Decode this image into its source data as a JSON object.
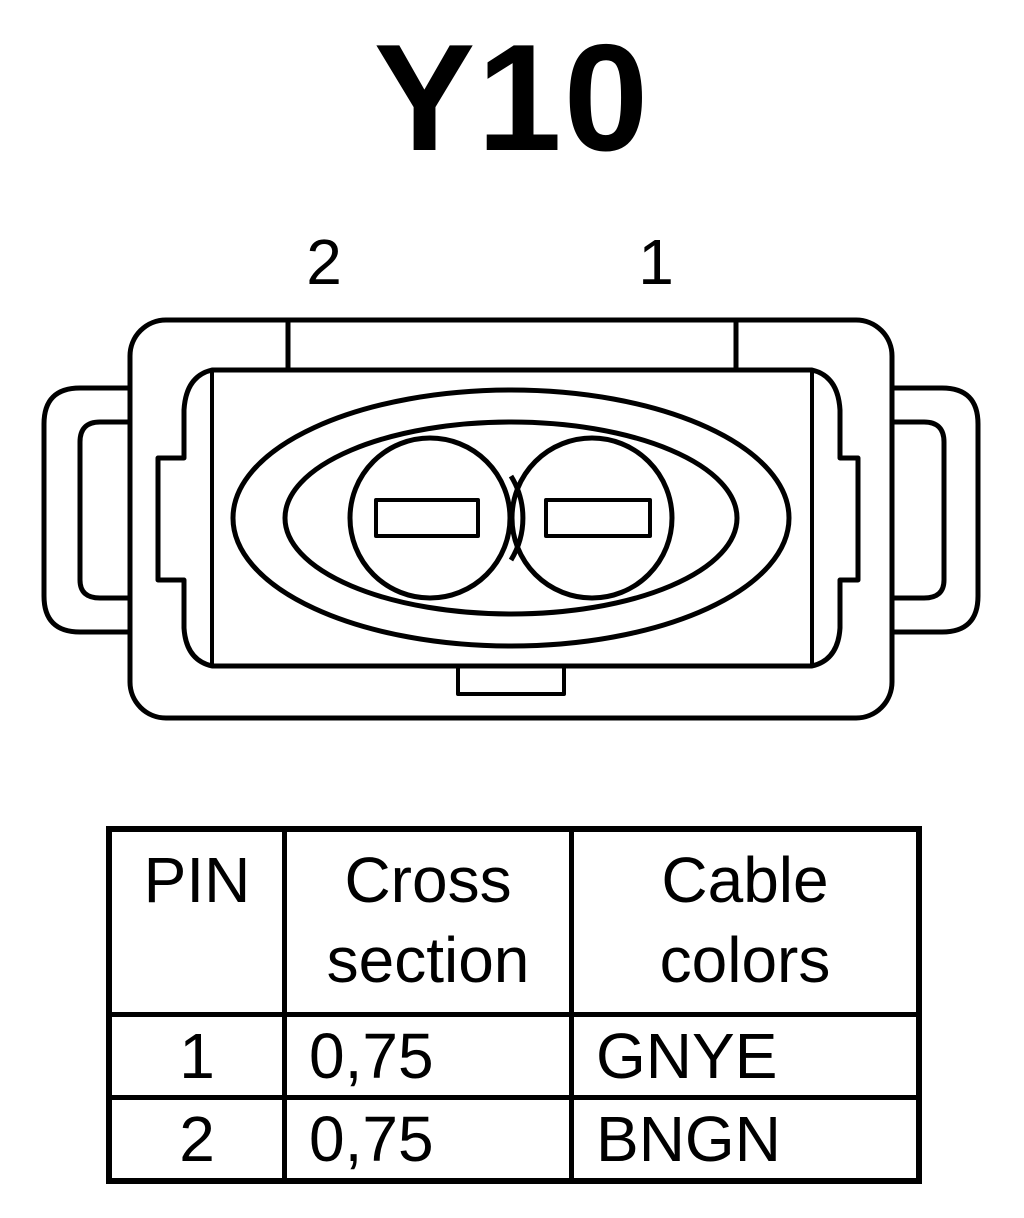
{
  "title": "Y10",
  "connector": {
    "pin_labels": [
      "2",
      "1"
    ]
  },
  "table": {
    "headers": [
      [
        "PIN"
      ],
      [
        "Cross",
        "section"
      ],
      [
        "Cable",
        "colors"
      ]
    ],
    "rows": [
      {
        "pin": "1",
        "cross_section": "0,75",
        "cable_color": "GNYE"
      },
      {
        "pin": "2",
        "cross_section": "0,75",
        "cable_color": "BNGN"
      }
    ]
  }
}
